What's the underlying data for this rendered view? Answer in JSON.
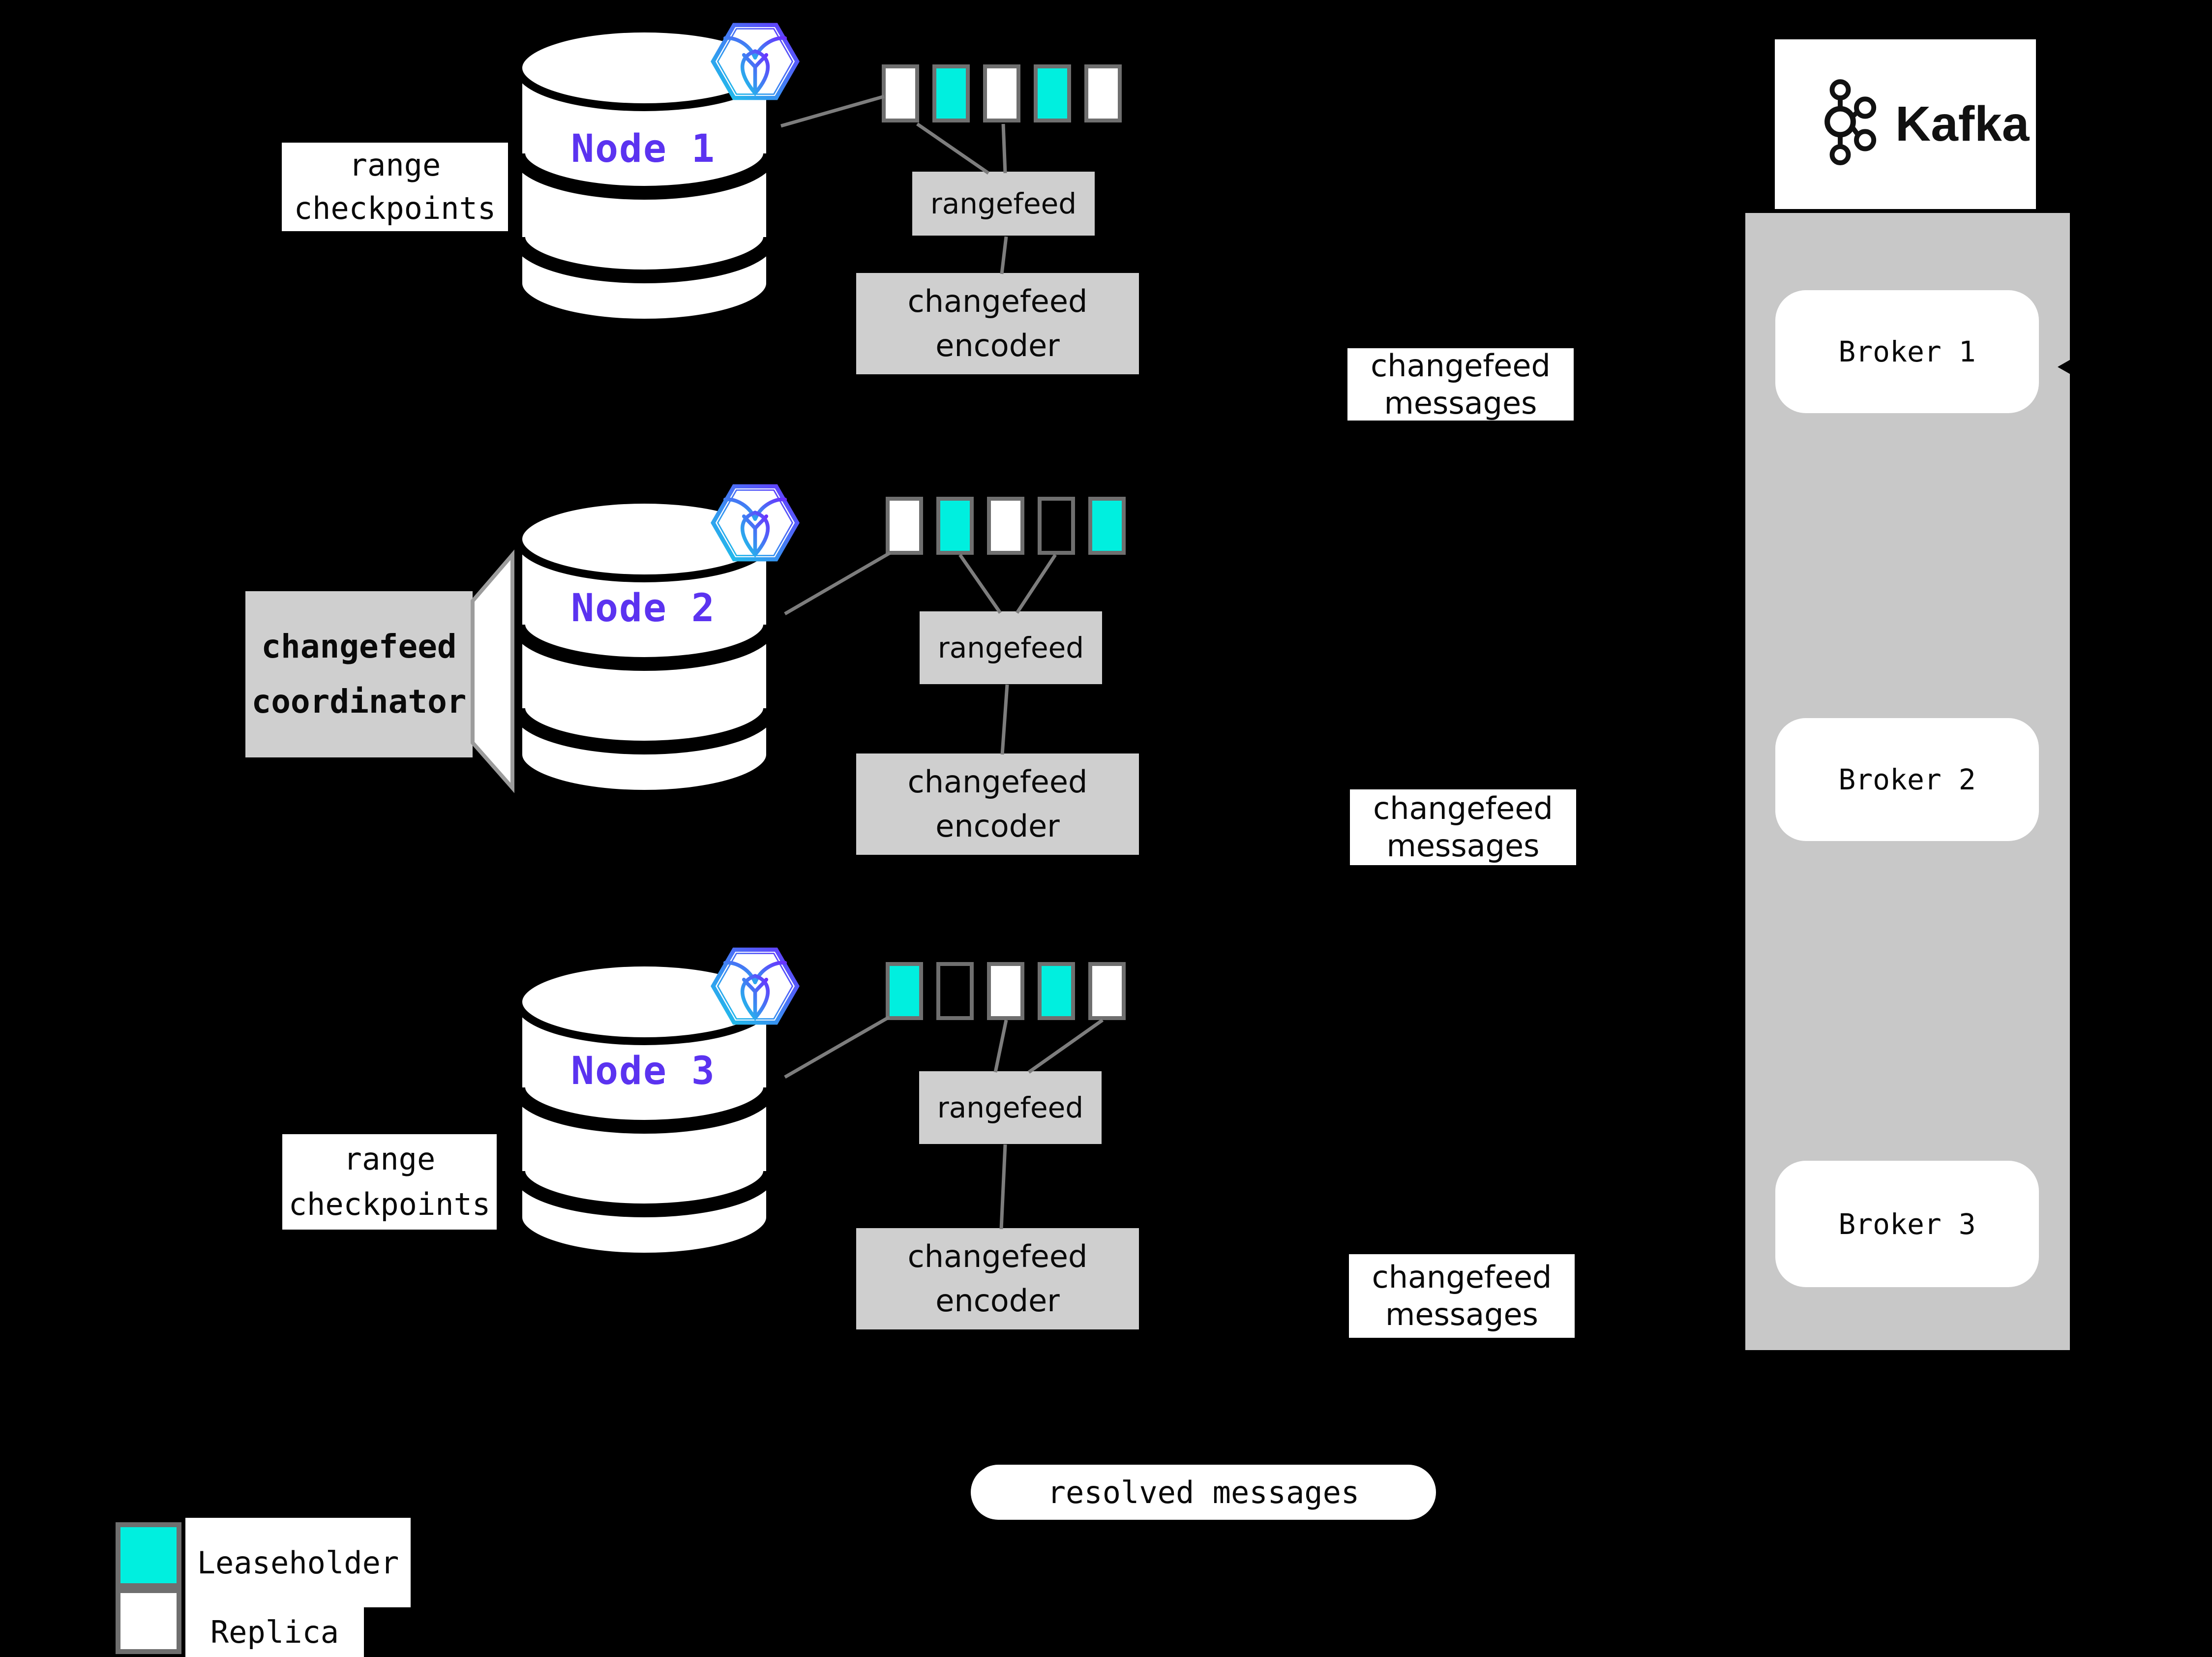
{
  "colors": {
    "leaseholder": "#00efdf",
    "replica": "#ffffff",
    "accent_purple": "#5b33f0",
    "box_gray": "#cfcfcf",
    "panel_gray": "#c8c8c8",
    "line_gray": "#7d7d7d",
    "background": "#000000"
  },
  "labels": {
    "range_checkpoints": [
      "range",
      "checkpoints"
    ],
    "rangefeed": "rangefeed",
    "changefeed_encoder": [
      "changefeed",
      "encoder"
    ],
    "changefeed_messages": [
      "changefeed",
      "messages"
    ],
    "changefeed_coordinator": [
      "changefeed",
      "coordinator"
    ],
    "resolved_messages": "resolved messages"
  },
  "nodes": [
    {
      "name": "Node 1",
      "ranges": [
        "replica",
        "leaseholder",
        "replica",
        "leaseholder",
        "replica"
      ]
    },
    {
      "name": "Node 2",
      "ranges": [
        "replica",
        "leaseholder",
        "replica",
        "empty",
        "leaseholder"
      ]
    },
    {
      "name": "Node 3",
      "ranges": [
        "leaseholder",
        "empty",
        "replica",
        "leaseholder",
        "replica"
      ]
    }
  ],
  "kafka": {
    "brand": "Kafka",
    "brokers": [
      "Broker 1",
      "Broker 2",
      "Broker 3"
    ]
  },
  "legend": {
    "leaseholder": "Leaseholder",
    "replica": "Replica"
  }
}
